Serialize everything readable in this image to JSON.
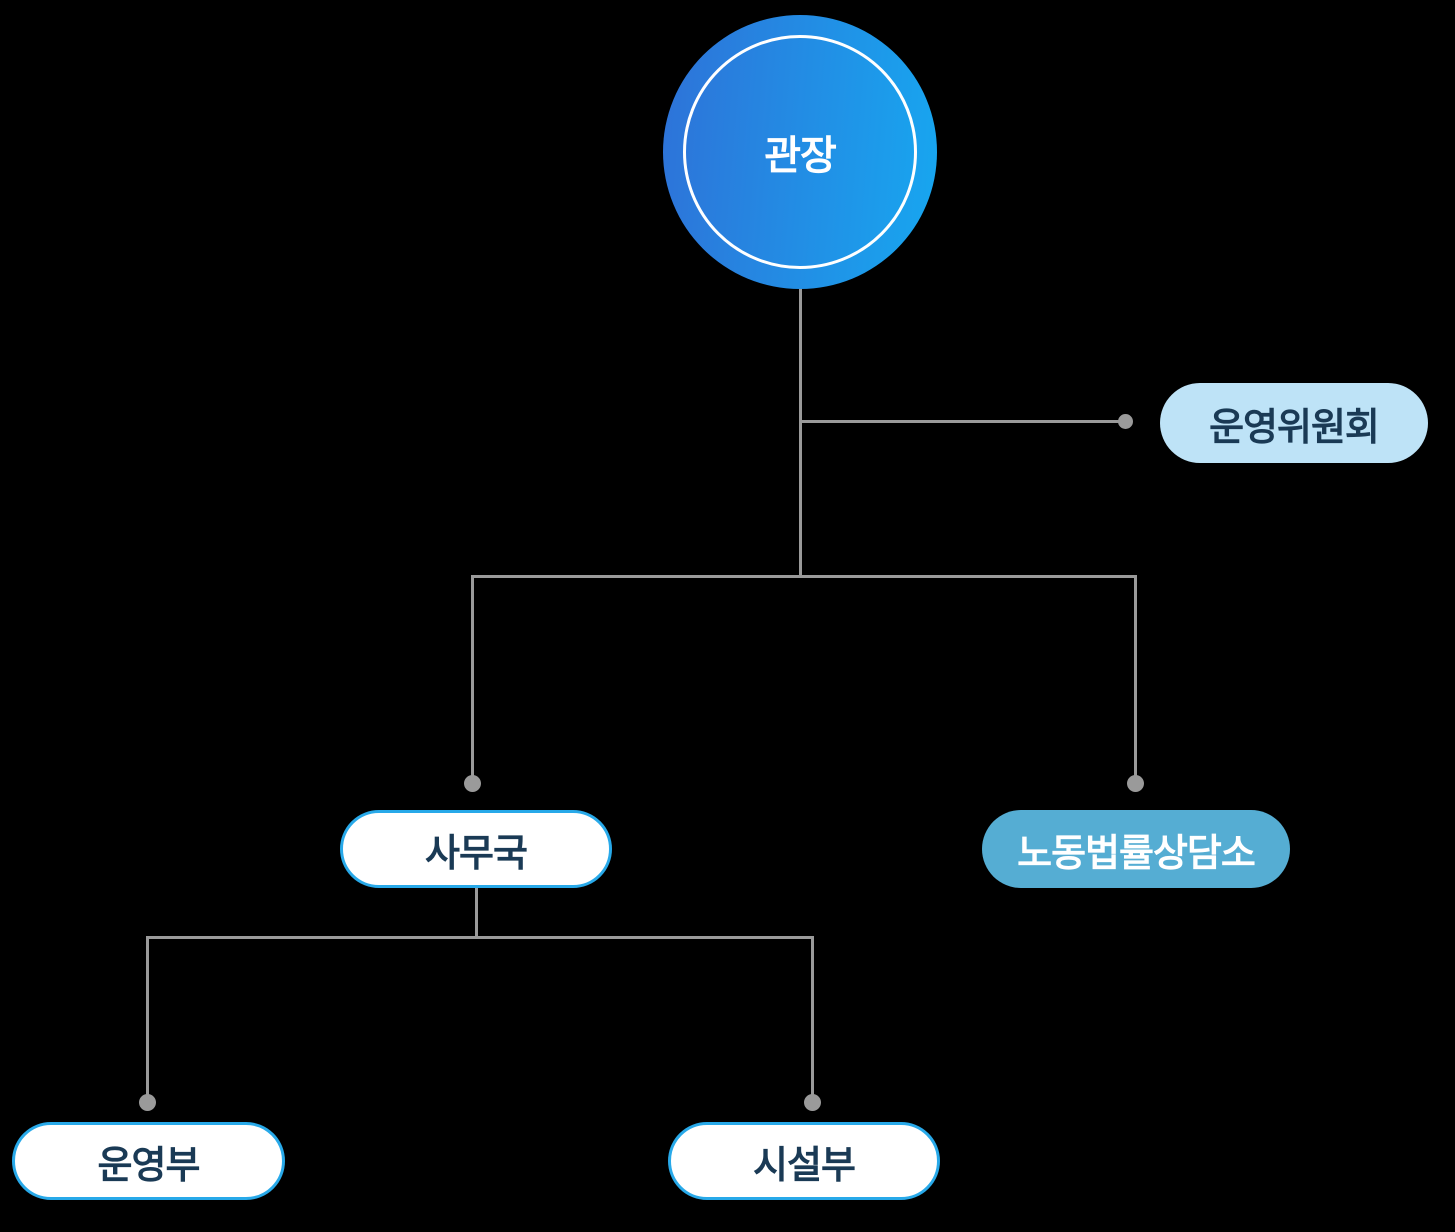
{
  "diagram": {
    "type": "org-chart",
    "nodes": {
      "director": {
        "label": "관장"
      },
      "committee": {
        "label": "운영위원회"
      },
      "office": {
        "label": "사무국"
      },
      "counsel": {
        "label": "노동법률상담소"
      },
      "operations": {
        "label": "운영부"
      },
      "facilities": {
        "label": "시설부"
      }
    },
    "edges": [
      {
        "from": "director",
        "to": "committee"
      },
      {
        "from": "director",
        "to": "office"
      },
      {
        "from": "director",
        "to": "counsel"
      },
      {
        "from": "office",
        "to": "operations"
      },
      {
        "from": "office",
        "to": "facilities"
      }
    ],
    "colors": {
      "background": "#000000",
      "connector_gray": "#9a9a9a",
      "circle_gradient_start": "#2e72d8",
      "circle_gradient_end": "#17a7f0",
      "light_blue_pill": "#bee3f7",
      "mid_blue_pill": "#55add3",
      "white_pill_border": "#28a9e9",
      "dark_navy_text": "#1a3a55",
      "white_text": "#ffffff"
    }
  }
}
